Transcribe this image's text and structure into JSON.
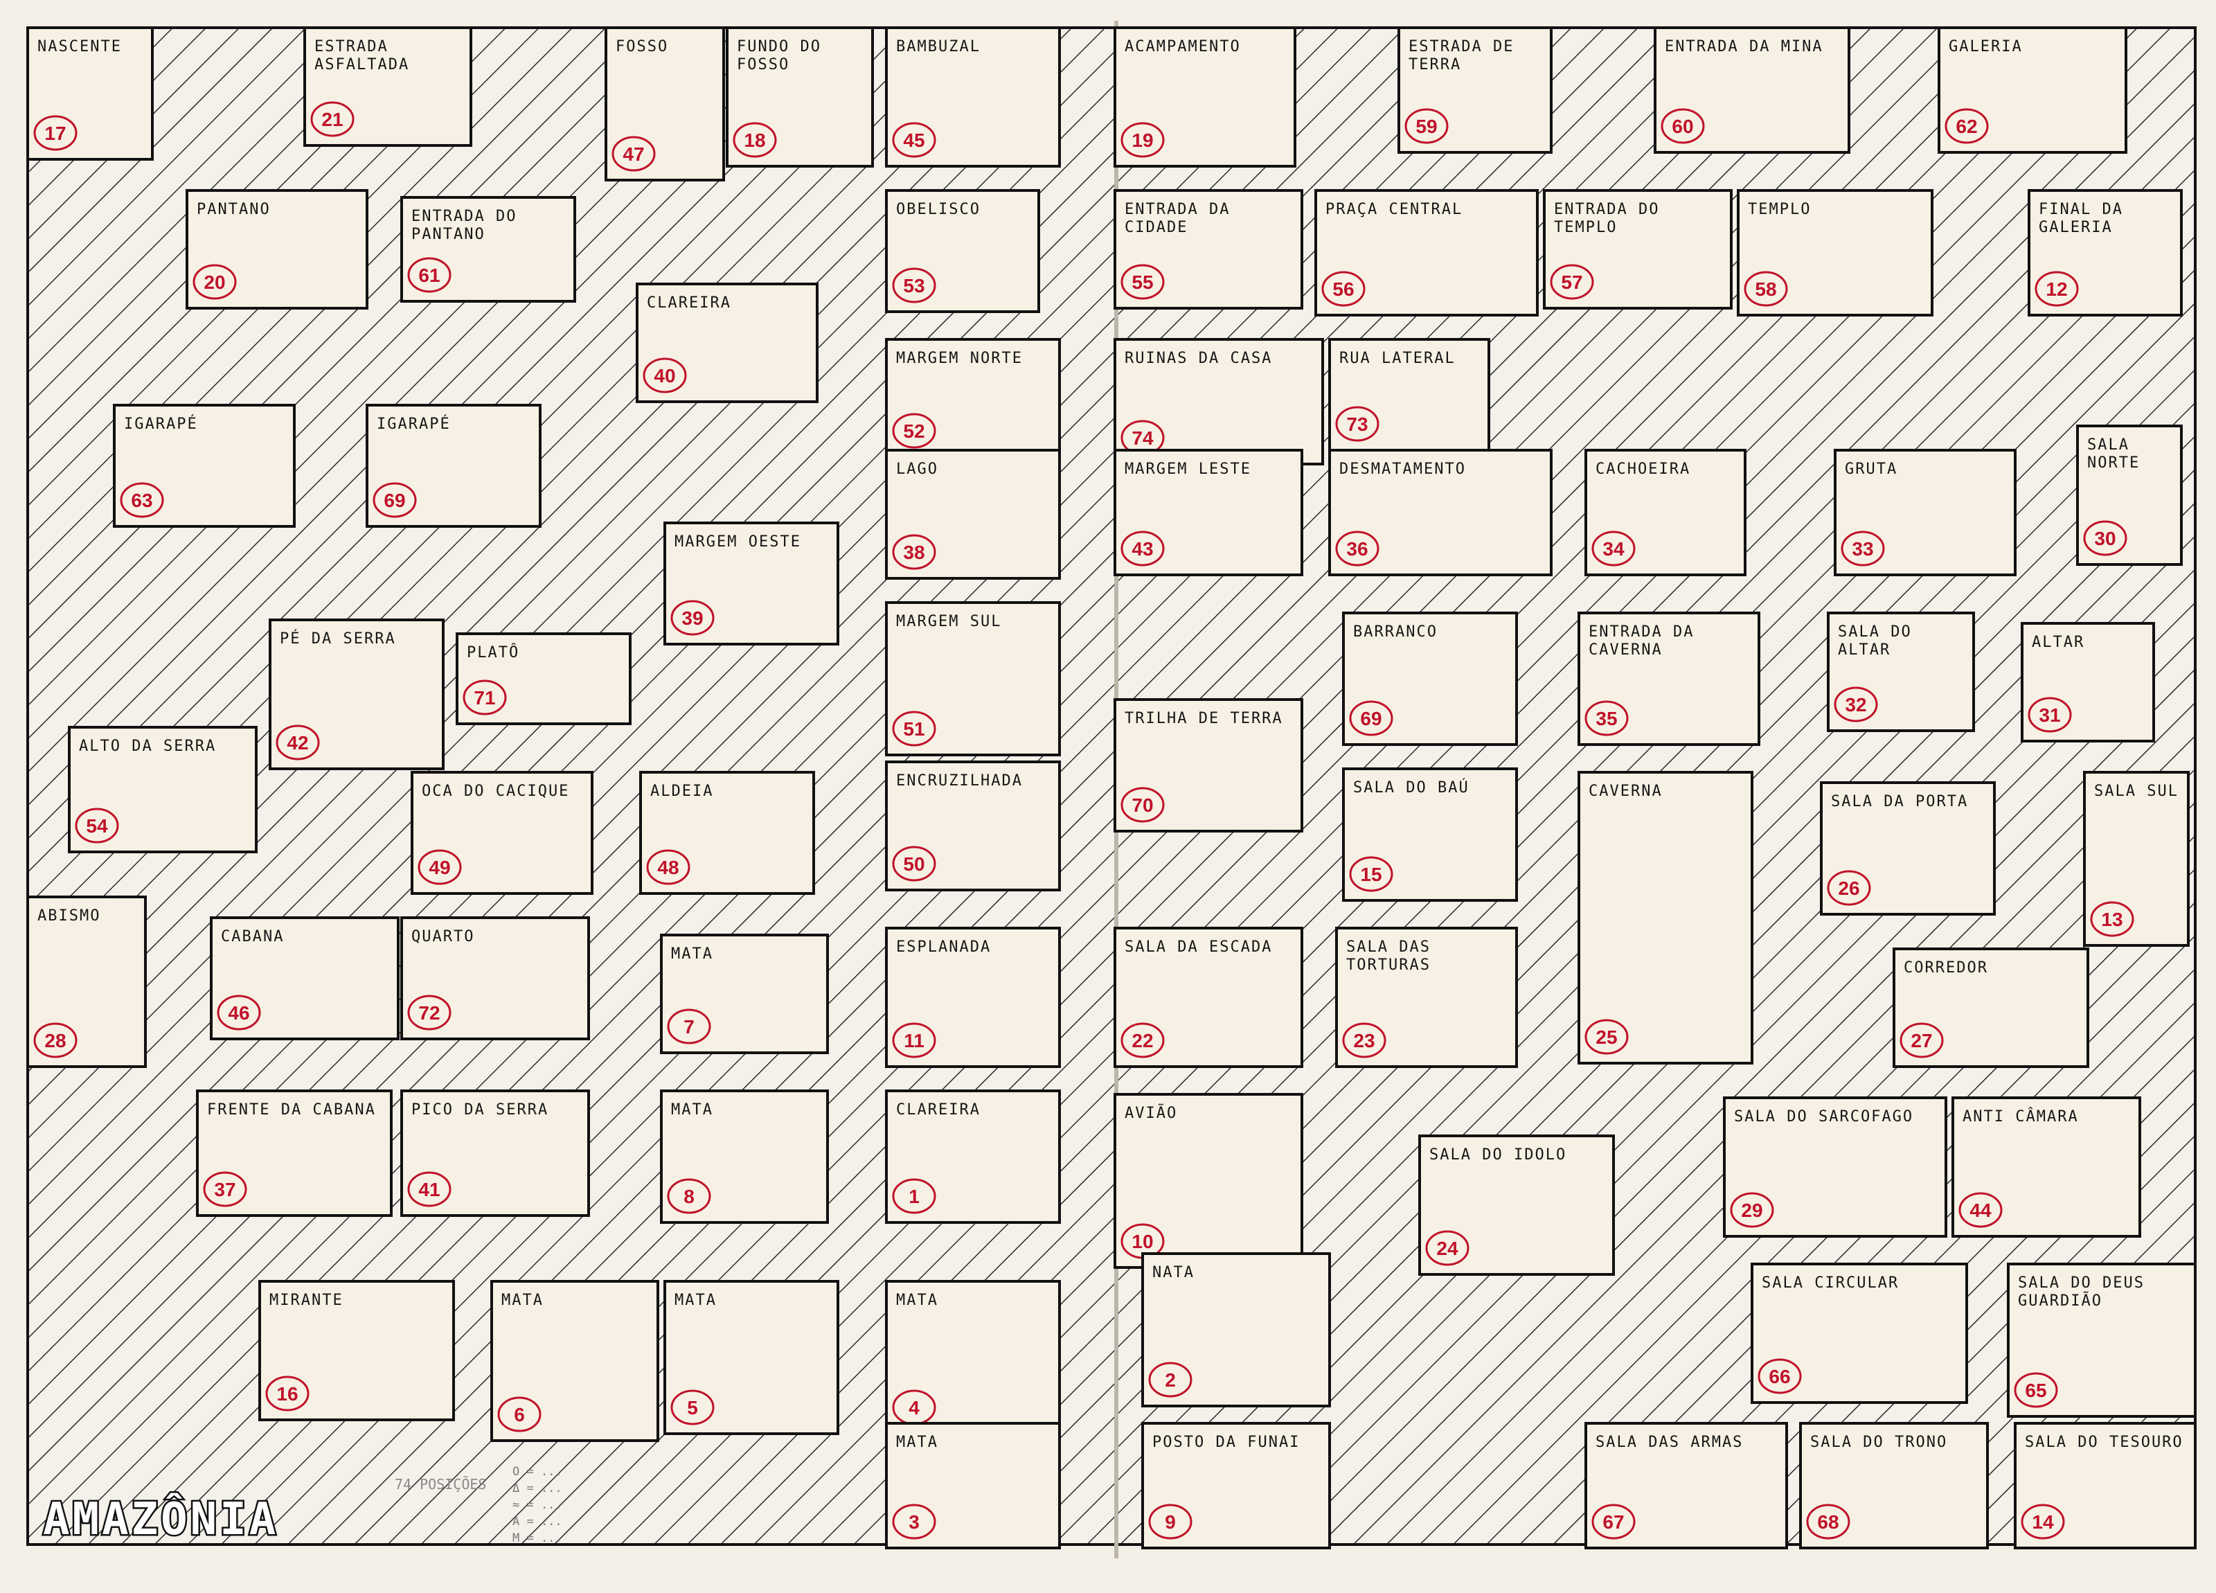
{
  "map": {
    "title": "AMAZÔNIA",
    "positions_note": "74 POSIÇÕES",
    "legend": [
      "O = ... ",
      "Δ = ...",
      "≈ = ...",
      "A = ...",
      "M = ..."
    ],
    "colors": {
      "paper": "#f3efe6",
      "hatch": "#2b2b2b",
      "ink": "#111111",
      "red_ink": "#c0122a",
      "blue_ink": "#1f2a8c"
    }
  },
  "rooms": [
    {
      "label": "NASCENTE",
      "num": "17"
    },
    {
      "label": "ESTRADA ASFALTADA",
      "num": "21"
    },
    {
      "label": "FOSSO",
      "num": "47"
    },
    {
      "label": "FUNDO DO FOSSO",
      "num": "18"
    },
    {
      "label": "BAMBUZAL",
      "num": "45"
    },
    {
      "label": "ACAMPAMENTO",
      "num": "19"
    },
    {
      "label": "ESTRADA DE TERRA",
      "num": "59"
    },
    {
      "label": "ENTRADA DA MINA",
      "num": "60"
    },
    {
      "label": "GALERIA",
      "num": "62"
    },
    {
      "label": "PANTANO",
      "num": "20"
    },
    {
      "label": "ENTRADA DO PANTANO",
      "num": "61"
    },
    {
      "label": "CLAREIRA",
      "num": "40"
    },
    {
      "label": "OBELISCO",
      "num": "53"
    },
    {
      "label": "ENTRADA DA CIDADE",
      "num": "55"
    },
    {
      "label": "PRAÇA CENTRAL",
      "num": "56"
    },
    {
      "label": "ENTRADA DO TEMPLO",
      "num": "57"
    },
    {
      "label": "TEMPLO",
      "num": "58"
    },
    {
      "label": "FINAL DA GALERIA",
      "num": "12"
    },
    {
      "label": "IGARAPÉ",
      "num": "63"
    },
    {
      "label": "IGARAPÉ",
      "num": "69"
    },
    {
      "label": "MARGEM NORTE",
      "num": "52"
    },
    {
      "label": "RUINAS DA CASA",
      "num": "74"
    },
    {
      "label": "RUA LATERAL",
      "num": "73"
    },
    {
      "label": "LAGO",
      "num": "38"
    },
    {
      "label": "MARGEM LESTE",
      "num": "43"
    },
    {
      "label": "DESMATAMENTO",
      "num": "36"
    },
    {
      "label": "CACHOEIRA",
      "num": "34"
    },
    {
      "label": "GRUTA",
      "num": "33"
    },
    {
      "label": "SALA NORTE",
      "num": "30"
    },
    {
      "label": "MARGEM OESTE",
      "num": "39"
    },
    {
      "label": "PÉ DA SERRA",
      "num": "42"
    },
    {
      "label": "PLATÔ",
      "num": "71"
    },
    {
      "label": "MARGEM SUL",
      "num": "51"
    },
    {
      "label": "BARRANCO",
      "num": "69"
    },
    {
      "label": "ENTRADA DA CAVERNA",
      "num": "35"
    },
    {
      "label": "SALA DO ALTAR",
      "num": "32"
    },
    {
      "label": "ALTAR",
      "num": "31"
    },
    {
      "label": "ALTO DA SERRA",
      "num": "54"
    },
    {
      "label": "TRILHA DE TERRA",
      "num": "70"
    },
    {
      "label": "OCA DO CACIQUE",
      "num": "49"
    },
    {
      "label": "ALDEIA",
      "num": "48"
    },
    {
      "label": "ENCRUZILHADA",
      "num": "50"
    },
    {
      "label": "SALA DO BAÚ",
      "num": "15"
    },
    {
      "label": "CAVERNA",
      "num": "25"
    },
    {
      "label": "SALA DA PORTA",
      "num": "26"
    },
    {
      "label": "SALA SUL",
      "num": "13"
    },
    {
      "label": "ABISMO",
      "num": "28"
    },
    {
      "label": "CABANA",
      "num": "46"
    },
    {
      "label": "QUARTO",
      "num": "72"
    },
    {
      "label": "MATA",
      "num": "7"
    },
    {
      "label": "ESPLANADA",
      "num": "11"
    },
    {
      "label": "SALA DA ESCADA",
      "num": "22"
    },
    {
      "label": "SALA DAS TORTURAS",
      "num": "23"
    },
    {
      "label": "CORREDOR",
      "num": "27"
    },
    {
      "label": "FRENTE DA CABANA",
      "num": "37"
    },
    {
      "label": "PICO DA SERRA",
      "num": "41"
    },
    {
      "label": "MATA",
      "num": "8"
    },
    {
      "label": "CLAREIRA",
      "num": "1"
    },
    {
      "label": "AVIÃO",
      "num": "10"
    },
    {
      "label": "SALA DO IDOLO",
      "num": "24"
    },
    {
      "label": "SALA DO SARCOFAGO",
      "num": "29"
    },
    {
      "label": "ANTI CÂMARA",
      "num": "44"
    },
    {
      "label": "MIRANTE",
      "num": "16"
    },
    {
      "label": "MATA",
      "num": "6"
    },
    {
      "label": "MATA",
      "num": "5"
    },
    {
      "label": "MATA",
      "num": "4"
    },
    {
      "label": "NATA",
      "num": "2"
    },
    {
      "label": "SALA CIRCULAR",
      "num": "66"
    },
    {
      "label": "SALA DO DEUS GUARDIÃO",
      "num": "65"
    },
    {
      "label": "MATA",
      "num": "3"
    },
    {
      "label": "POSTO DA FUNAI",
      "num": "9"
    },
    {
      "label": "SALA DAS ARMAS",
      "num": "67"
    },
    {
      "label": "SALA DO TRONO",
      "num": "68"
    },
    {
      "label": "SALA DO TESOURO",
      "num": "14"
    }
  ]
}
